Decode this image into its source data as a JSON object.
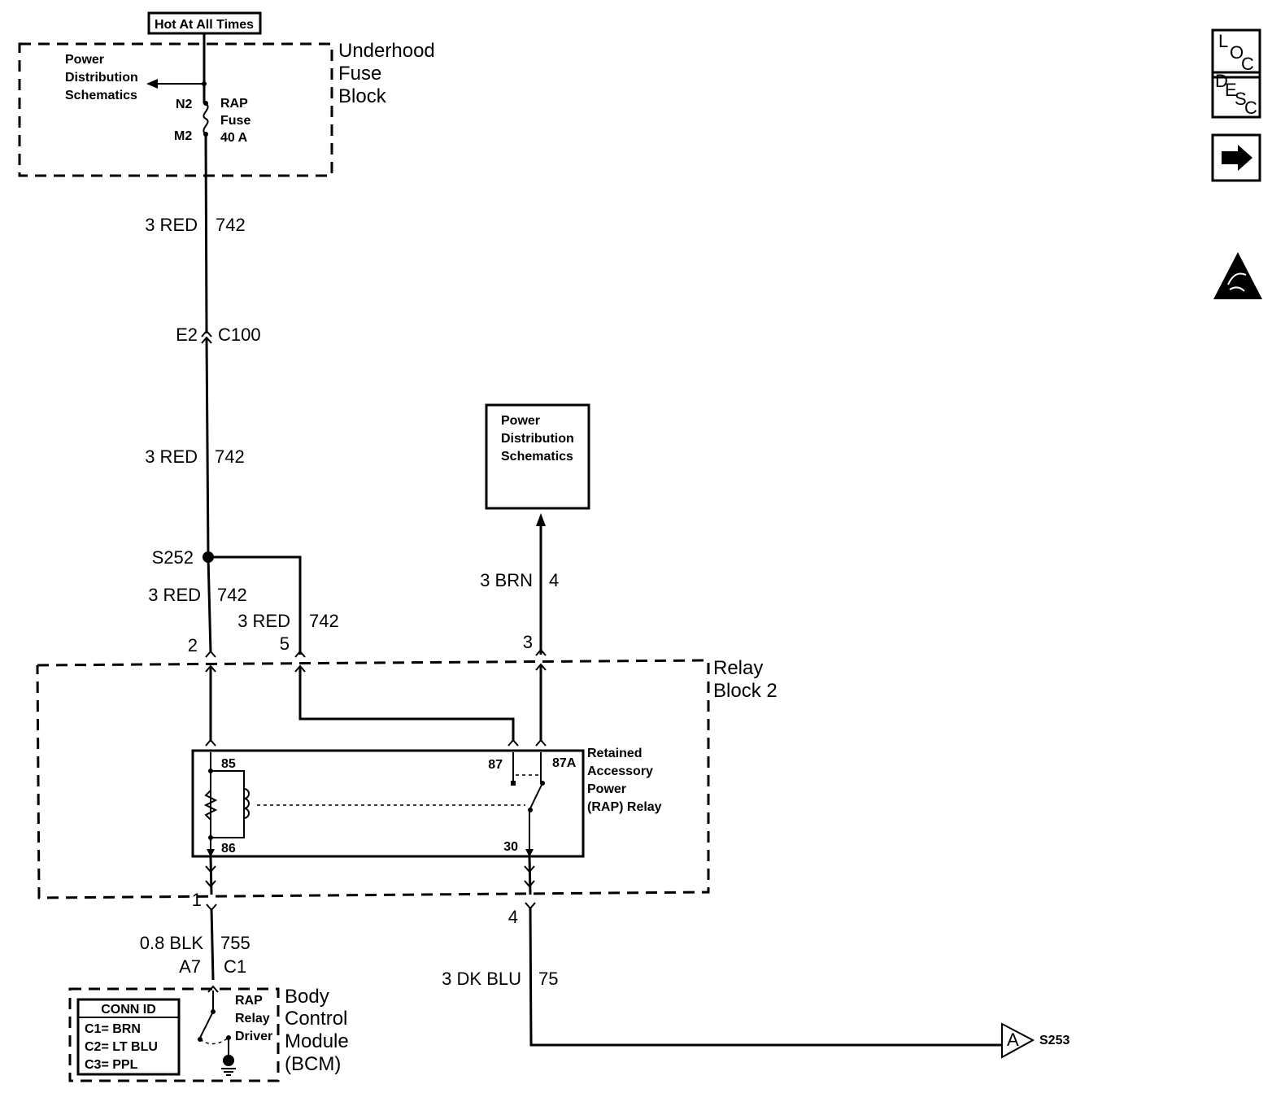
{
  "top": {
    "hot_label": "Hot At All Times"
  },
  "underhood": {
    "block_label": [
      "Underhood",
      "Fuse",
      "Block"
    ],
    "pds_label": [
      "Power",
      "Distribution",
      "Schematics"
    ],
    "pin_in": "N2",
    "pin_out": "M2",
    "fuse_label": [
      "RAP",
      "Fuse",
      "40 A"
    ]
  },
  "wire_742_a": {
    "color": "3 RED",
    "circuit": "742"
  },
  "connector_c100": {
    "pin": "E2",
    "name": "C100"
  },
  "wire_742_b": {
    "color": "3 RED",
    "circuit": "742"
  },
  "splice": {
    "name": "S252"
  },
  "wire_742_c": {
    "color": "3 RED",
    "circuit": "742"
  },
  "wire_742_d": {
    "color": "3 RED",
    "circuit": "742"
  },
  "pds_box": {
    "label": [
      "Power",
      "Distribution",
      "Schematics"
    ]
  },
  "wire_4": {
    "color": "3 BRN",
    "circuit": "4"
  },
  "relay_block": {
    "label": [
      "Relay",
      "Block 2"
    ],
    "pins": {
      "p2": "2",
      "p5": "5",
      "p3": "3",
      "p1": "1",
      "p4": "4"
    }
  },
  "relay": {
    "label": [
      "Retained",
      "Accessory",
      "Power",
      "(RAP) Relay"
    ],
    "pins": {
      "p85": "85",
      "p86": "86",
      "p87": "87",
      "p87a": "87A",
      "p30": "30"
    }
  },
  "wire_755": {
    "color": "0.8 BLK",
    "circuit": "755",
    "pin": "A7",
    "connector": "C1"
  },
  "wire_75": {
    "color": "3 DK BLU",
    "circuit": "75"
  },
  "offpage": {
    "letter": "A",
    "splice": "S253"
  },
  "bcm": {
    "label": [
      "Body",
      "Control",
      "Module",
      "(BCM)"
    ],
    "driver_label": [
      "RAP",
      "Relay",
      "Driver"
    ],
    "conn_id": {
      "title": "CONN ID",
      "rows": [
        "C1= BRN",
        "C2= LT BLU",
        "C3= PPL"
      ]
    }
  },
  "side_icons": {
    "loc": {
      "main": "L",
      "sub1": "O",
      "sub2": "C"
    },
    "desc": {
      "main": "D",
      "sub1": "E",
      "sub2": "S",
      "sub3": "C"
    },
    "arrow_icon": "right-arrow-icon",
    "esd_icon": "esd-warning-icon"
  }
}
